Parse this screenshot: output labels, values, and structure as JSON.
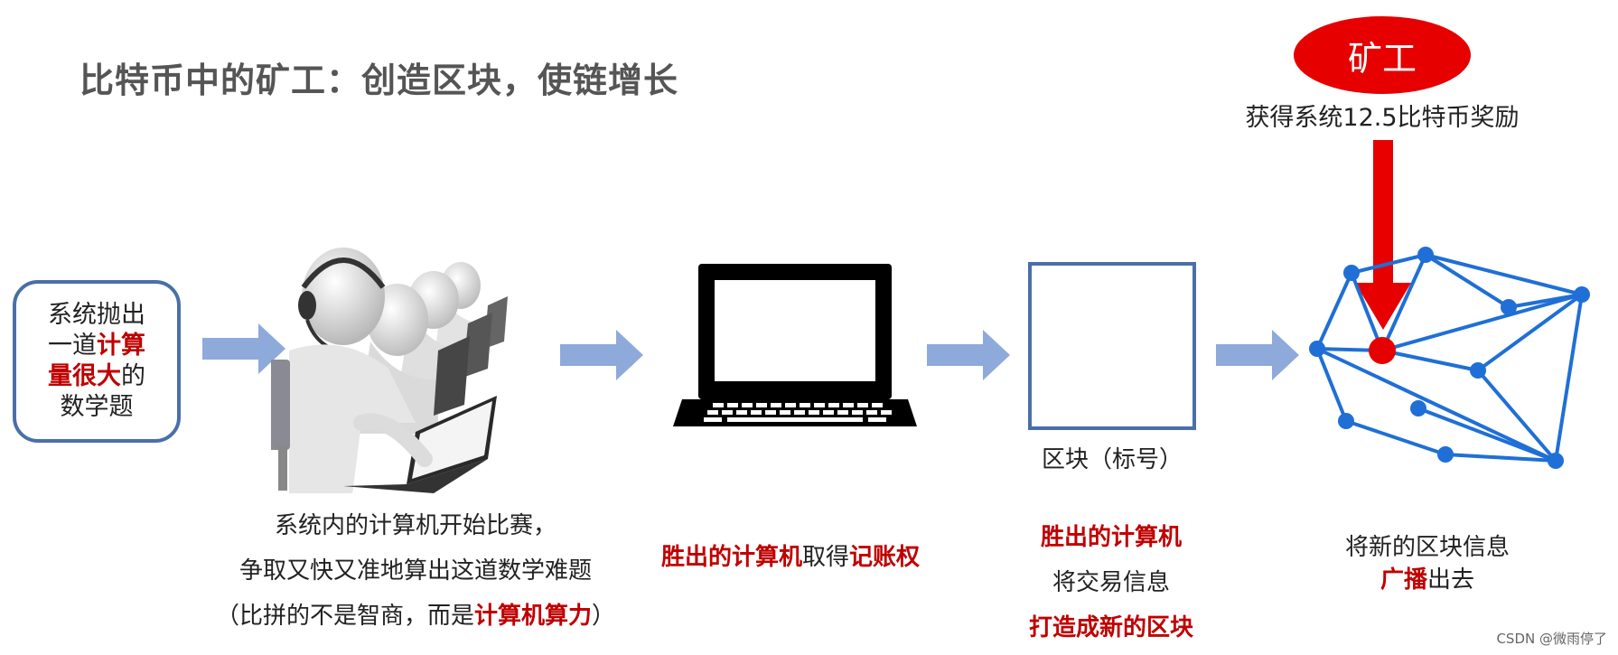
{
  "title": "比特币中的矿工：创造区块，使链增长",
  "problem_box": {
    "line1": "系统抛出",
    "line2_plain": "一道",
    "line2_red": "计算",
    "line3_red": "量很大",
    "line3_plain": "的",
    "line4": "数学题"
  },
  "computers_caption": {
    "line1": "系统内的计算机开始比赛，",
    "line2": "争取又快又准地算出这道数学难题",
    "line3_prefix": "（比拼的不是智商，而是",
    "line3_red": "计算机算力",
    "line3_suffix": "）"
  },
  "laptop_caption": {
    "red1": "胜出的计算机",
    "plain": "取得",
    "red2": "记账权"
  },
  "block": {
    "label": "区块（标号）",
    "caption_red1": "胜出的计算机",
    "caption_plain": "将交易信息",
    "caption_red2": "打造成新的区块"
  },
  "miner": {
    "label": "矿工",
    "reward": "获得系统12.5比特币奖励"
  },
  "network_caption": {
    "line1": "将新的区块信息",
    "line2_red": "广播",
    "line2_plain": "出去"
  },
  "watermark": "CSDN @微雨停了",
  "colors": {
    "accent_red": "#c00000",
    "miner_red": "#e60000",
    "arrow_blue": "#8eaadb",
    "network_blue": "#1f6fd6",
    "box_border": "#4a6fa8"
  },
  "icons": [
    "flow-arrow-icon",
    "laptop-icon",
    "network-graph-icon",
    "down-arrow-icon"
  ]
}
